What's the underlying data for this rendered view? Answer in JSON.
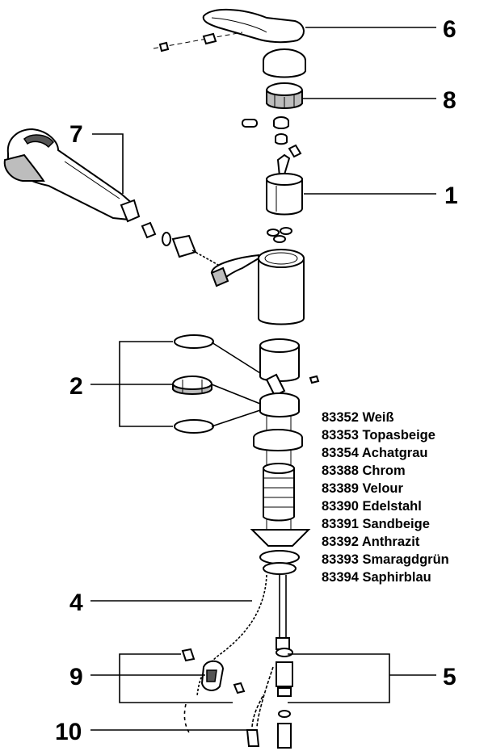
{
  "callouts": {
    "c1": "1",
    "c2": "2",
    "c4": "4",
    "c5": "5",
    "c6": "6",
    "c7": "7",
    "c8": "8",
    "c9": "9",
    "c10": "10"
  },
  "color_variants": [
    "83352 Weiß",
    "83353 Topasbeige",
    "83354 Achatgrau",
    "83388 Chrom",
    "83389 Velour",
    "83390 Edelstahl",
    "83391 Sandbeige",
    "83392 Anthrazit",
    "83393 Smaragdgrün",
    "83394 Saphirblau"
  ]
}
